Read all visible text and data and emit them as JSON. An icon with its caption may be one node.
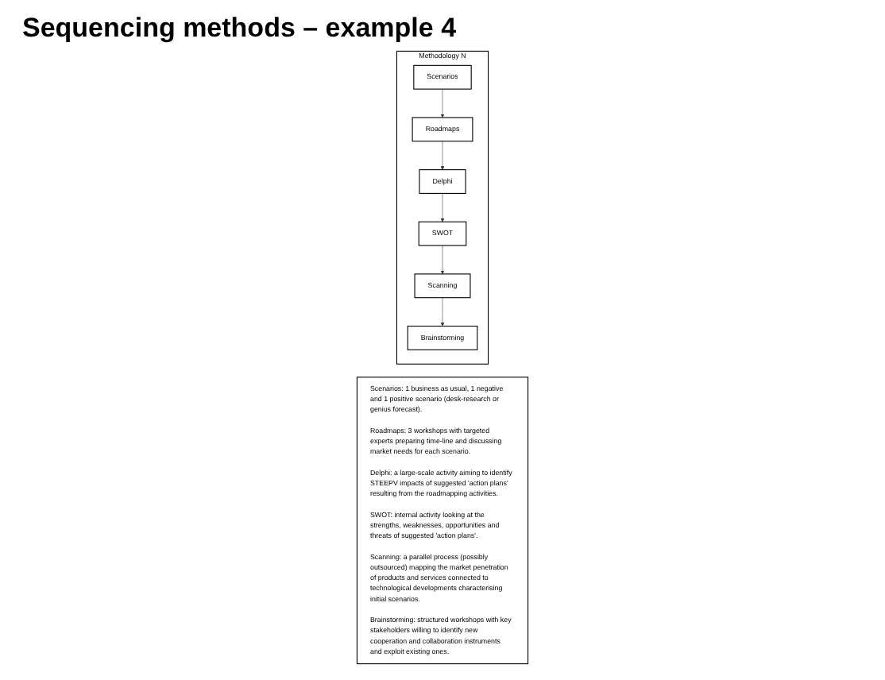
{
  "diagram": {
    "title": "Sequencing methods – example 4",
    "nodes": [
      {
        "text": [
          "Methodology N"
        ]
      },
      {
        "text": [
          "Scenarios"
        ],
        "in": 0
      },
      {
        "text": [
          "Roadmaps"
        ],
        "in": 0
      },
      {
        "text": [
          "Delphi"
        ],
        "in": 0
      },
      {
        "text": [
          "SWOT"
        ],
        "in": 0
      },
      {
        "text": [
          "Scanning"
        ],
        "in": 0
      },
      {
        "text": [
          "Brainstorming"
        ],
        "in": 0
      },
      {
        "text": [
          "Scenarios: 1 business as usual, 1 negative and 1 positive scenario (desk-research or genius forecast).",
          "Roadmaps: 3 workshops with targeted experts preparing time-line and discussing market needs for each scenario.",
          "Delphi: a large-scale activity aiming to identify STEEPV impacts of suggested 'action plans' resulting from the roadmapping activities.",
          "SWOT: internal activity looking at the strengths, weaknesses, opportunities and threats of suggested 'action plans'.",
          "Scanning: a parallel process (possibly outsourced) mapping the market penetration of products and services connected to technological developments characterising initial scenarios.",
          "Brainstorming: structured workshops with key stakeholders willing to identify new cooperation and collaboration instruments and exploit existing ones."
        ]
      }
    ],
    "edges": [
      {
        "from": 1,
        "to": 2,
        "arrow": "to"
      },
      {
        "from": 2,
        "to": 3,
        "arrow": "to"
      },
      {
        "from": 3,
        "to": 4,
        "arrow": "to"
      },
      {
        "from": 4,
        "to": 5,
        "arrow": "to"
      },
      {
        "from": 5,
        "to": 6,
        "arrow": "to"
      }
    ]
  }
}
